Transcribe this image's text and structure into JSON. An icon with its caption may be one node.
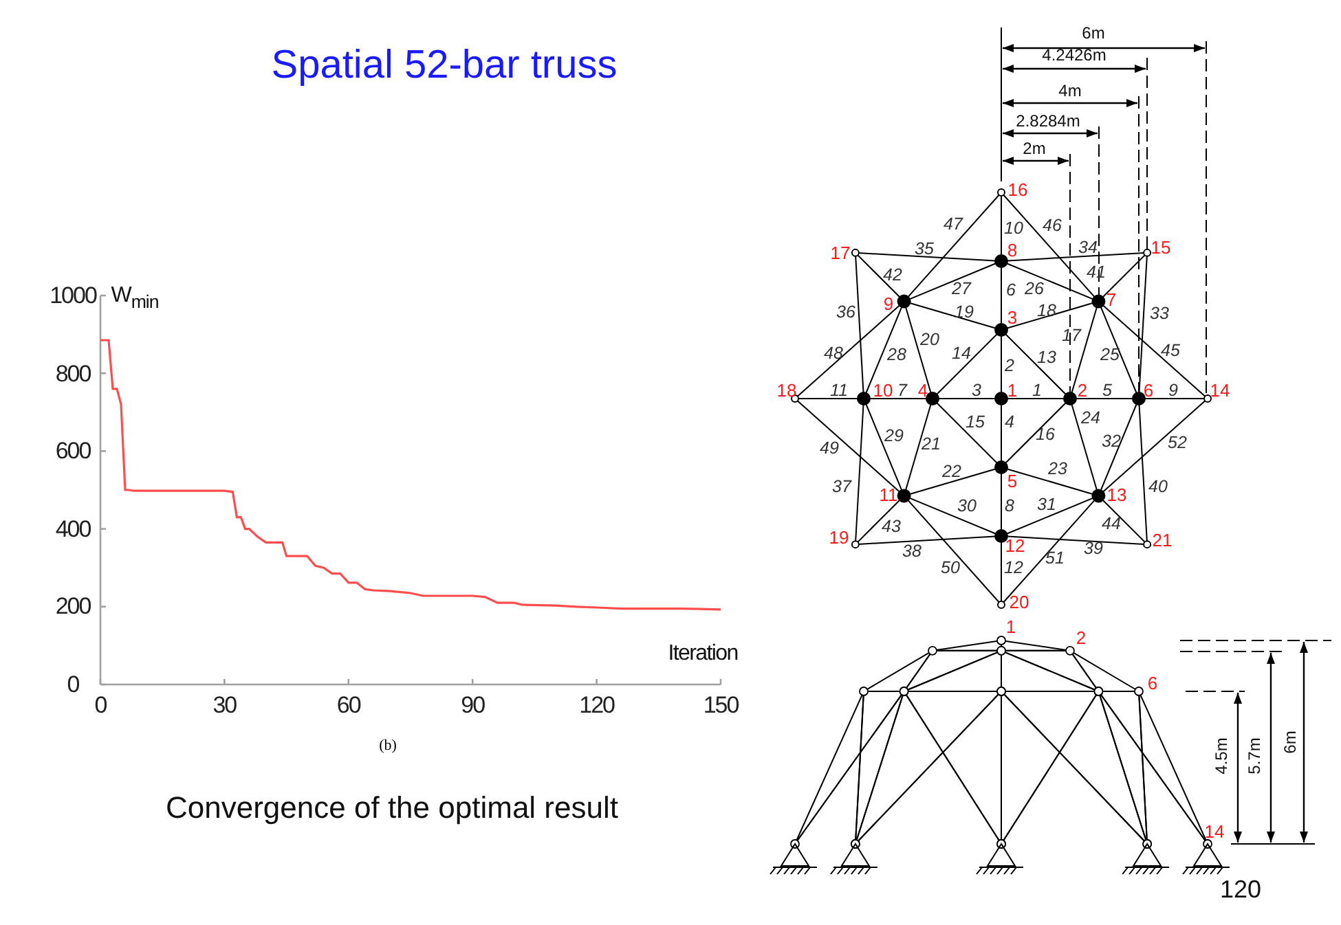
{
  "diagram": {
    "title": "Spatial 52-bar truss",
    "caption": "Convergence of the optimal result",
    "labels": [
      "6m",
      "4.2426m",
      "4m",
      "2.8284m",
      "2m",
      "16",
      "47",
      "10",
      "46",
      "17",
      "35",
      "8",
      "34",
      "15",
      "42",
      "41",
      "27",
      "6",
      "26",
      "36",
      "9",
      "19",
      "3",
      "18",
      "7",
      "33",
      "20",
      "17",
      "48",
      "28",
      "14",
      "13",
      "25",
      "45",
      "2",
      "18",
      "11",
      "10",
      "7",
      "4",
      "3",
      "1",
      "1",
      "2",
      "5",
      "6",
      "9",
      "14",
      "15",
      "4",
      "24",
      "49",
      "29",
      "21",
      "16",
      "32",
      "52",
      "37",
      "11",
      "22",
      "5",
      "23",
      "13",
      "40",
      "30",
      "8",
      "31",
      "43",
      "44",
      "19",
      "12",
      "21",
      "38",
      "39",
      "50",
      "51",
      "12",
      "20",
      "1",
      "2",
      "6",
      "4.5m",
      "5.7m",
      "6m",
      "14",
      "(b)",
      "120"
    ],
    "chart_data": {
      "type": "line",
      "xlabel": "Iteration",
      "ylabel": "W$_{min}$",
      "x": [
        0,
        2,
        3,
        4,
        5,
        6,
        7,
        8,
        10,
        20,
        30,
        32,
        33,
        34,
        35,
        36,
        38,
        40,
        42,
        44,
        45,
        48,
        50,
        52,
        54,
        56,
        58,
        60,
        62,
        64,
        66,
        70,
        75,
        78,
        80,
        90,
        93,
        96,
        100,
        102,
        110,
        115,
        120,
        126,
        140,
        150
      ],
      "series": [
        {
          "color": "#ff4d4d",
          "values": [
            885,
            885,
            760,
            760,
            720,
            500,
            500,
            498,
            498,
            498,
            498,
            495,
            430,
            430,
            400,
            400,
            380,
            365,
            365,
            365,
            330,
            330,
            330,
            305,
            300,
            285,
            285,
            262,
            262,
            245,
            242,
            240,
            235,
            228,
            228,
            228,
            225,
            210,
            210,
            205,
            203,
            200,
            198,
            195,
            195,
            193
          ]
        }
      ],
      "xlim": [
        0,
        150
      ],
      "ylim": [
        0,
        1000
      ],
      "xticks": [
        0,
        30,
        60,
        90,
        120,
        150
      ],
      "yticks": [
        0,
        200,
        400,
        600,
        800,
        1000
      ]
    }
  }
}
